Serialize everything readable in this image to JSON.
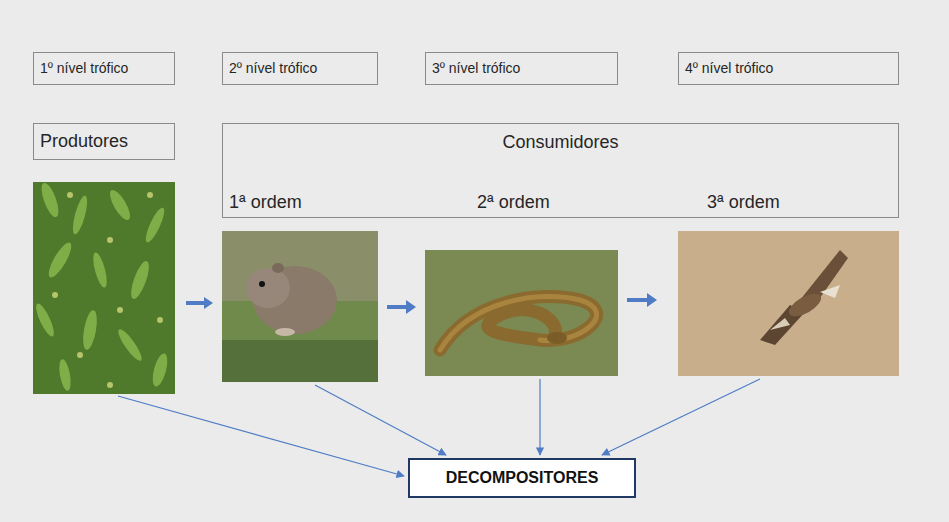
{
  "diagram": {
    "nodes": [
      {
        "text": [
          "1º nível trófico"
        ]
      },
      {
        "text": [
          "2º nível trófico"
        ]
      },
      {
        "text": [
          "3º nível trófico"
        ]
      },
      {
        "text": [
          "4º nível trófico"
        ]
      },
      {
        "text": [
          "Produtores"
        ]
      },
      {
        "text": [
          "Consumidores",
          "1ª ordem",
          "2ª ordem",
          "3ª ordem"
        ]
      },
      {
        "text": [
          "DECOMPOSITORES"
        ]
      }
    ]
  }
}
